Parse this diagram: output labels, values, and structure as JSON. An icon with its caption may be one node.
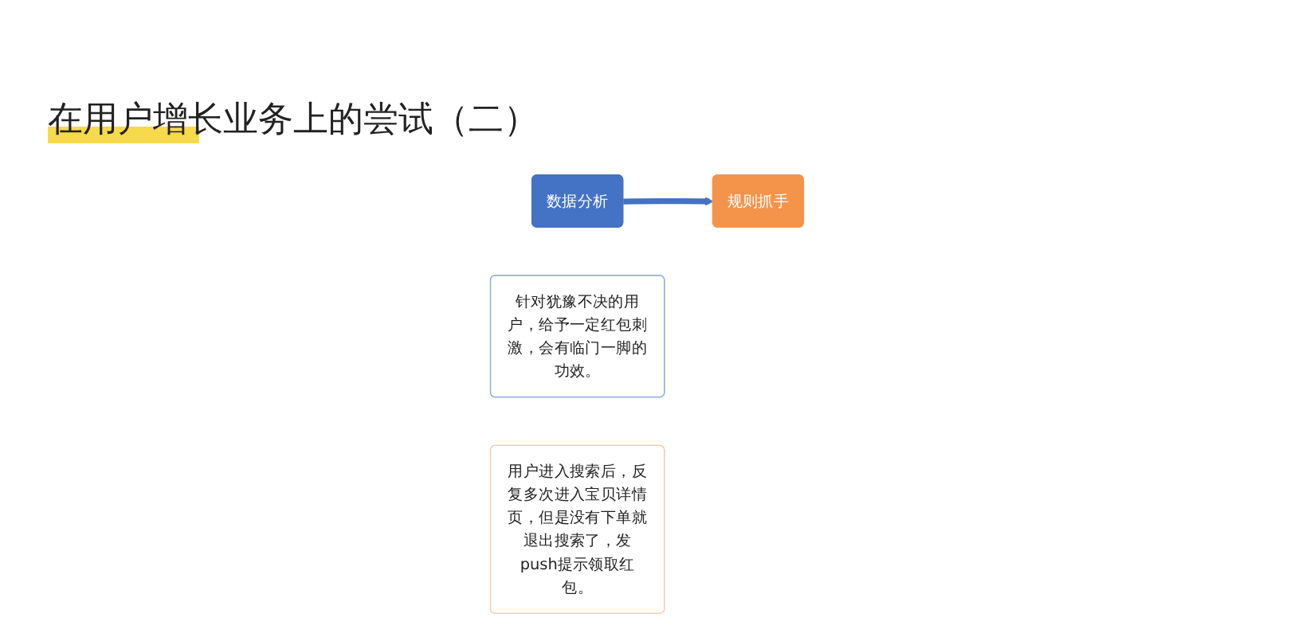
{
  "diagram": {
    "title": "在用户增长业务上的尝试（二）",
    "nodes": [
      {
        "text": [
          "数据分析"
        ]
      },
      {
        "text": [
          "针对犹豫不决的用户，给予一定红包刺激，会有临门一脚的功效。"
        ]
      },
      {
        "text": [
          "规则抓手"
        ]
      },
      {
        "text": [
          "用户进入搜索后，反复多次进入宝贝详情页，但是没有下单就退出搜索了，发push提示领取红包。"
        ]
      }
    ],
    "edges": [
      {
        "from": 0,
        "to": 2,
        "arrow": "to"
      }
    ]
  }
}
